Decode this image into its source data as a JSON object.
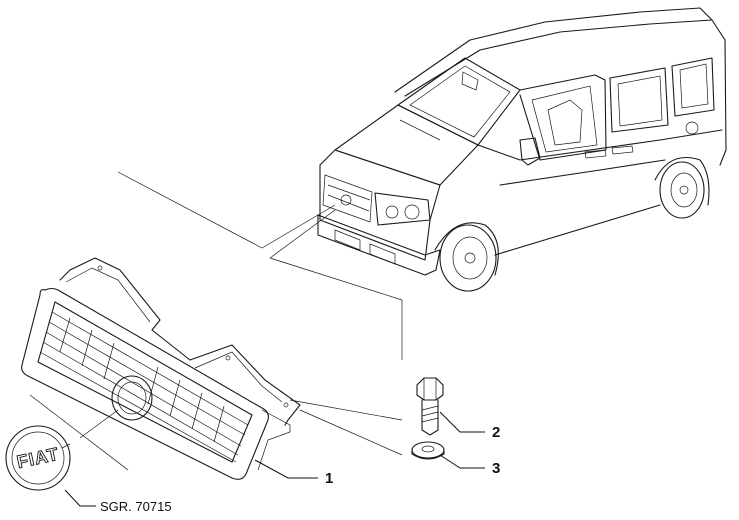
{
  "parts": [
    {
      "number": "1",
      "name": "front-grille"
    },
    {
      "number": "2",
      "name": "bolt"
    },
    {
      "number": "3",
      "name": "washer"
    }
  ],
  "emblem_text": "FIAT",
  "reference_code": "SGR. 70715",
  "colors": {
    "line": "#1a1a1a",
    "background": "#ffffff"
  }
}
